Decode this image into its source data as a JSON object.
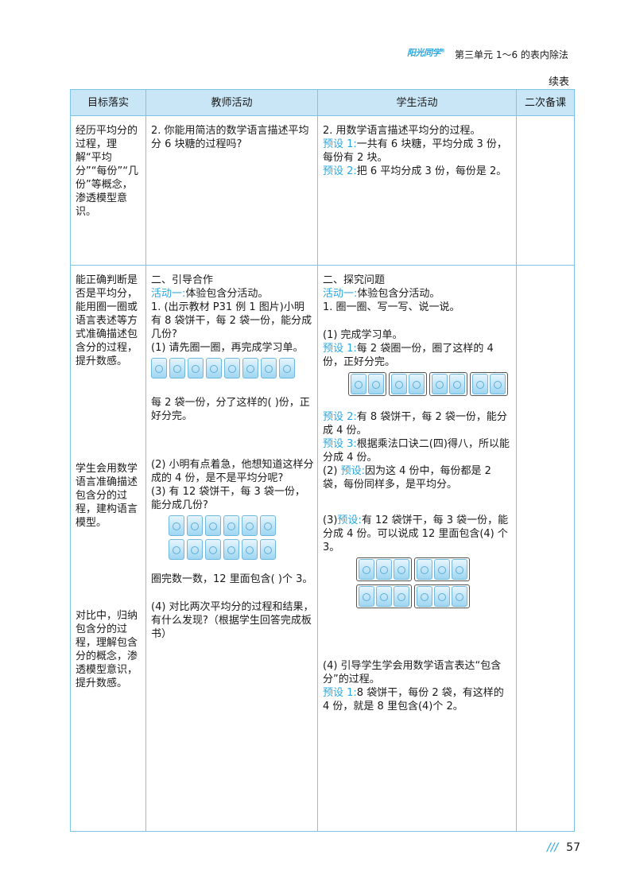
{
  "header": {
    "logo": "阳光同学",
    "unit_title": "第三单元  1～6 的表内除法"
  },
  "continued_label": "续表",
  "table": {
    "headers": [
      "目标落实",
      "教师活动",
      "学生活动",
      "二次备课"
    ],
    "row1": {
      "goal": "经历平均分的过程，理解“平均分”“每份”“几份”等概念，渗透模型意识。",
      "teacher": "2. 你能用简洁的数学语言描述平均分 6 块糖的过程吗?",
      "student_intro": "2. 用数学语言描述平均分的过程。",
      "s_p1_label": "预设 1:",
      "s_p1_text": "一共有 6 块糖，平均分成 3 份，每份有 2 块。",
      "s_p2_label": "预设 2:",
      "s_p2_text": "把 6 平均分成 3 份，每份是 2。"
    },
    "row2": {
      "goal1": "能正确判断是否是平均分，能用圈一圈或语言表述等方式准确描述包含分的过程，提升数感。",
      "goal2": "学生会用数学语言准确描述包含分的过程，建构语言模型。",
      "goal3": "对比中，归纳包含分的过程，理解包含分的概念，渗透模型意识，提升数感。",
      "t_section": "二、引导合作",
      "t_activity": "活动一:",
      "t_activity_text": "体验包含分活动。",
      "t1": "1. (出示教材 P31 例 1 图片)小明有 8 袋饼干，每 2 袋一份，能分成几份?",
      "t1a": "(1) 请先圈一圈，再完成学习单。",
      "t1b": "每 2 袋一份，分了这样的(      )份，正好分完。",
      "t2": "(2) 小明有点着急，他想知道这样分成的 4 份，是不是平均分呢?",
      "t3": "(3) 有 12 袋饼干，每 3 袋一份，能分成几份?",
      "t3b": "圈完数一数，12 里面包含(      )个 3。",
      "t4": "(4) 对比两次平均分的过程和结果，有什么发现?（根据学生回答完成板书）",
      "s_section": "二、探究问题",
      "s_activity": "活动一:",
      "s_activity_text": "体验包含分活动。",
      "s1": "1. 圈一圈、写一写、说一说。",
      "s1a": "(1) 完成学习单。",
      "s_p1_label": "预设 1:",
      "s_p1_text": "每 2 袋圈一份，圈了这样的 4 份，正好分完。",
      "s_p2_label": "预设 2:",
      "s_p2_text": "有 8 袋饼干，每 2 袋一份，能分成 4 份。",
      "s_p3_label": "预设 3:",
      "s_p3_text": "根据乘法口诀二(四)得八，所以能分成 4 份。",
      "s2_prefix": "(2)",
      "s2_label": "预设:",
      "s2_text": "因为这 4 份中，每份都是 2 袋，每份同样多，是平均分。",
      "s3_prefix": "(3)",
      "s3_label": "预设:",
      "s3_text": "有 12 袋饼干，每 3 袋一份，能分成 4 份。可以说成 12 里面包含(4) 个 3。",
      "s4": "(4) 引导学生学会用数学语言表达“包含分”的过程。",
      "s4_label": "预设 1:",
      "s4_text": "8 袋饼干，每份 2 袋，有这样的 4 份，就是 8 里包含(4)个 2。"
    }
  },
  "footer": {
    "bars": "///",
    "page": "57"
  }
}
